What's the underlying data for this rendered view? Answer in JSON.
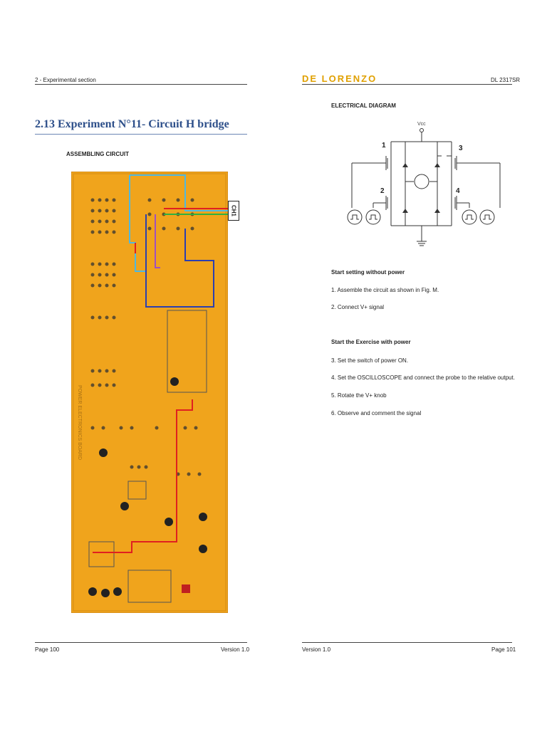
{
  "left_page": {
    "header_section": "2 - Experimental section",
    "title": "2.13 Experiment N°11- Circuit H bridge",
    "subtitle": "ASSEMBLING CIRCUIT",
    "board_label": "CH1",
    "footer_page": "Page 100",
    "footer_version": "Version 1.0"
  },
  "right_page": {
    "logo": "DE LORENZO",
    "header_code": "DL 2317SR",
    "diagram_title": "ELECTRICAL DIAGRAM",
    "diagram_labels": {
      "vcc": "Vcc",
      "q1": "1",
      "q2": "2",
      "q3": "3",
      "q4": "4"
    },
    "setting_heading": "Start setting without power",
    "setting_steps": [
      "1.   Assemble the circuit as shown in Fig. M.",
      "2.   Connect  V+ signal"
    ],
    "exercise_heading": "Start the Exercise with power",
    "exercise_steps": [
      "3.   Set the switch of power ON.",
      "4.   Set the OSCILLOSCOPE  and connect the probe to the relative output.",
      "5.   Rotate the V+ knob",
      "6.   Observe and comment the signal"
    ],
    "footer_version": "Version 1.0",
    "footer_page": "Page 101"
  },
  "colors": {
    "title_blue": "#2d4f8a",
    "board_orange": "#f0a41c",
    "wire_red": "#e02020",
    "wire_blue": "#2b3fb0",
    "wire_cyan": "#4fb8e0",
    "wire_purple": "#a050c0",
    "wire_green": "#30b040"
  }
}
